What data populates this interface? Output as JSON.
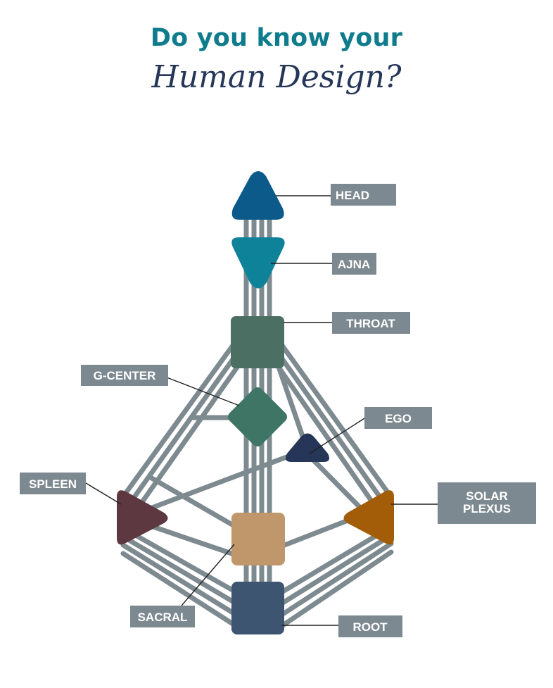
{
  "title": {
    "line1": "Do you know your",
    "line2": "Human Design?"
  },
  "colors": {
    "channel": "#7d8a90",
    "label_bg": "#7d8990",
    "head": "#0b5a8a",
    "ajna": "#0e8298",
    "throat": "#4b6f62",
    "g_center": "#3f7565",
    "ego": "#253658",
    "spleen": "#5e3840",
    "sacral": "#c0976b",
    "solar_plexus": "#a35c07",
    "root": "#3e5572"
  },
  "labels": {
    "head": "HEAD",
    "ajna": "AJNA",
    "throat": "THROAT",
    "g_center": "G-CENTER",
    "ego": "EGO",
    "spleen": "SPLEEN",
    "solar_plexus_1": "SOLAR",
    "solar_plexus_2": "PLEXUS",
    "sacral": "SACRAL",
    "root": "ROOT"
  }
}
